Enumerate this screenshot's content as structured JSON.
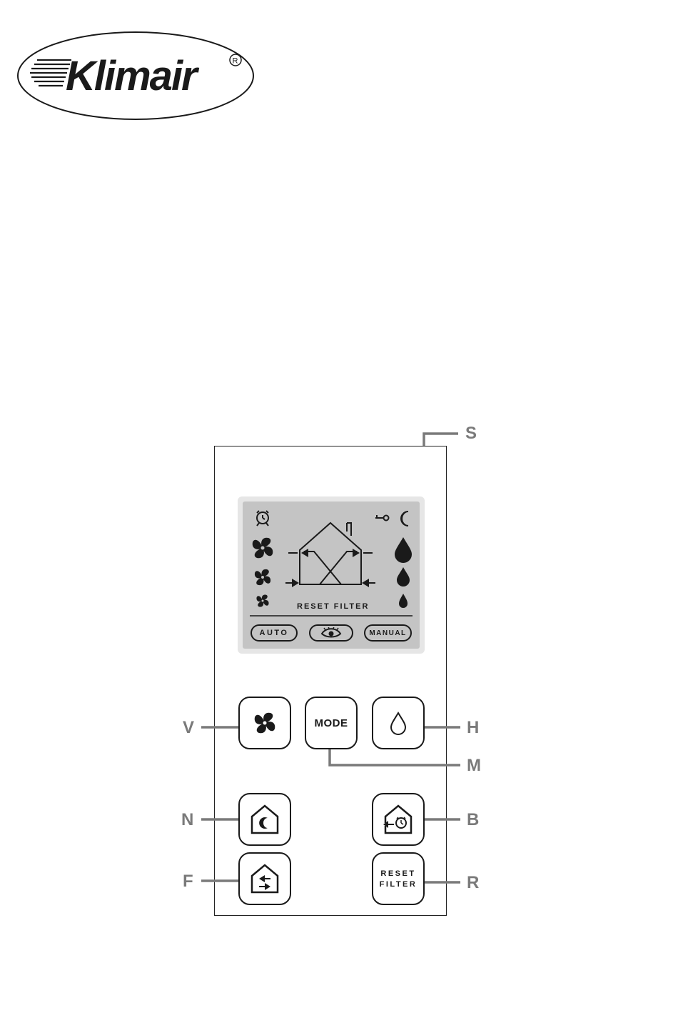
{
  "brand": {
    "name": "Klimair",
    "registered_mark": "R"
  },
  "display": {
    "reset_filter_label": "RESET FILTER",
    "modes": {
      "auto": "AUTO",
      "eco_icon": "eye-icon",
      "manual": "MANUAL"
    },
    "icons_left": [
      "alarm-clock-icon",
      "fan-large-icon",
      "fan-medium-icon",
      "fan-small-icon"
    ],
    "icons_right": [
      "key-icon",
      "moon-icon",
      "drop-large-icon",
      "drop-medium-icon",
      "drop-small-icon"
    ]
  },
  "buttons": {
    "fan": {
      "icon": "fan-icon"
    },
    "mode": {
      "label": "MODE"
    },
    "humidity": {
      "icon": "drop-outline-icon"
    },
    "night": {
      "icon": "house-moon-icon"
    },
    "timer": {
      "icon": "house-alarm-icon"
    },
    "boost": {
      "icon": "house-arrows-icon"
    },
    "reset_filter": {
      "line1": "RESET",
      "line2": "FILTER"
    }
  },
  "callouts": {
    "S": "S",
    "V": "V",
    "H": "H",
    "M": "M",
    "N": "N",
    "B": "B",
    "F": "F",
    "R": "R"
  },
  "colors": {
    "callout_gray": "#7a7a7a",
    "lcd_background": "#c4c4c4",
    "ink": "#1a1a1a"
  }
}
